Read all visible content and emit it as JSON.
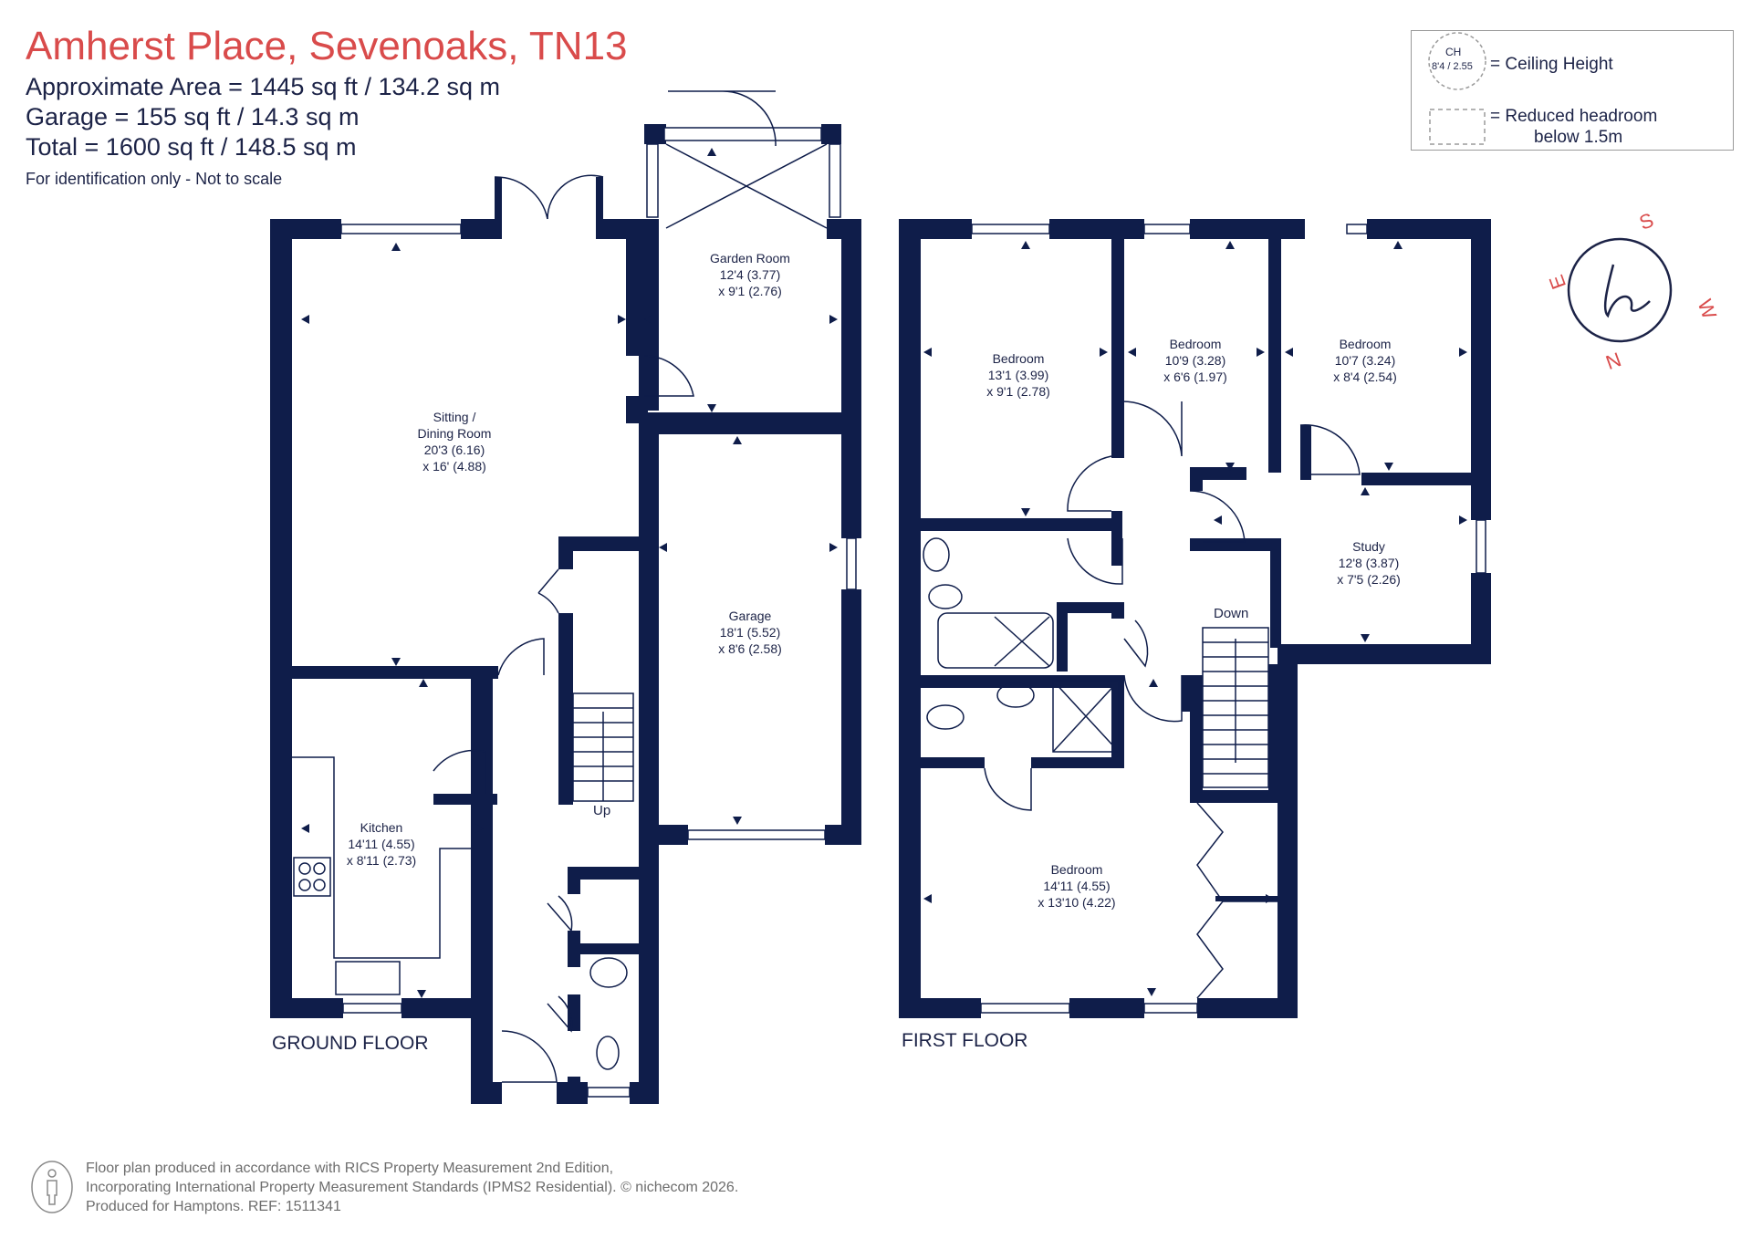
{
  "header": {
    "title": "Amherst Place, Sevenoaks, TN13",
    "area_line": "Approximate Area = 1445 sq ft / 134.2 sq m",
    "garage_line": "Garage = 155 sq ft / 14.3 sq m",
    "total_line": "Total = 1600 sq ft / 148.5 sq m",
    "note": "For identification only - Not to scale"
  },
  "legend": {
    "ch_short": "CH",
    "ch_value": "8'4 / 2.55",
    "ceiling_label": "= Ceiling Height",
    "reduced_label": "= Reduced headroom",
    "reduced_label2": "below 1.5m"
  },
  "compass": {
    "s": "S",
    "w": "W",
    "n": "N",
    "e": "E",
    "logo": "h"
  },
  "ground_floor": {
    "label": "GROUND FLOOR",
    "rooms": {
      "sitting": {
        "name1": "Sitting /",
        "name2": "Dining Room",
        "dim1": "20'3 (6.16)",
        "dim2": "x 16' (4.88)"
      },
      "garden": {
        "name1": "Garden Room",
        "dim1": "12'4 (3.77)",
        "dim2": "x 9'1 (2.76)"
      },
      "garage": {
        "name1": "Garage",
        "dim1": "18'1 (5.52)",
        "dim2": "x 8'6 (2.58)"
      },
      "kitchen": {
        "name1": "Kitchen",
        "dim1": "14'11 (4.55)",
        "dim2": "x 8'11 (2.73)"
      }
    },
    "stairs_label": "Up"
  },
  "first_floor": {
    "label": "FIRST FLOOR",
    "rooms": {
      "bed1": {
        "name1": "Bedroom",
        "dim1": "13'1 (3.99)",
        "dim2": "x 9'1 (2.78)"
      },
      "bed2": {
        "name1": "Bedroom",
        "dim1": "10'9 (3.28)",
        "dim2": "x 6'6 (1.97)"
      },
      "bed3": {
        "name1": "Bedroom",
        "dim1": "10'7 (3.24)",
        "dim2": "x 8'4 (2.54)"
      },
      "study": {
        "name1": "Study",
        "dim1": "12'8 (3.87)",
        "dim2": "x 7'5 (2.26)"
      },
      "bed4": {
        "name1": "Bedroom",
        "dim1": "14'11 (4.55)",
        "dim2": "x 13'10 (4.22)"
      }
    },
    "stairs_label": "Down"
  },
  "footer": {
    "line1": "Floor plan produced in accordance with RICS Property Measurement 2nd Edition,",
    "line2": "Incorporating International Property Measurement Standards (IPMS2 Residential).   © nichecom 2026.",
    "line3": "Produced for Hamptons.   REF: 1511341"
  },
  "colors": {
    "wall": "#0f1d4a",
    "title": "#d94b4b",
    "text": "#1c2347",
    "legend_border": "#9a9a9a",
    "footer_text": "#6d6d6d"
  }
}
